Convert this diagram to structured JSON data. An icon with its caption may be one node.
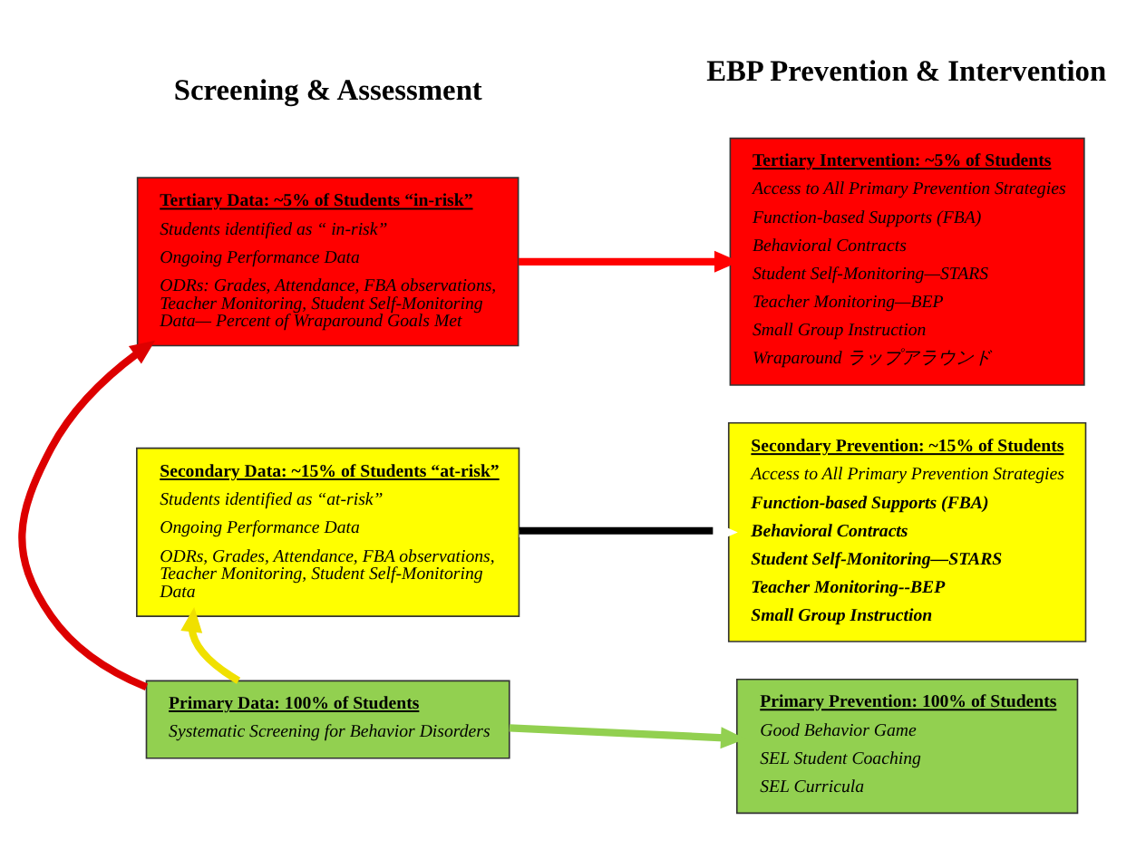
{
  "diagram": {
    "nodes": [
      {
        "text": [
          "Tertiary Data: ~5% of Students “in-risk”",
          "Students identified as “ in-risk”",
          "Ongoing Performance Data",
          "ODRs: Grades, Attendance, FBA observations, Teacher Monitoring, Student Self-Monitoring Data— Percent of Wraparound Goals Met"
        ]
      },
      {
        "text": [
          "Secondary Data: ~15% of Students “at-risk”",
          "Students identified as “at-risk”",
          "Ongoing Performance Data",
          "ODRs, Grades, Attendance, FBA observations, Teacher Monitoring, Student Self-Monitoring Data"
        ]
      },
      {
        "text": [
          "Primary Data: 100% of Students",
          "Systematic Screening for Behavior Disorders"
        ]
      },
      {
        "text": [
          "Tertiary Intervention: ~5% of Students",
          "Access to All Primary Prevention Strategies",
          "Function-based Supports (FBA)",
          "Behavioral Contracts",
          "Student Self-Monitoring—STARS",
          "Teacher Monitoring—BEP",
          "Small Group Instruction",
          "Wraparound ラップアラウンド"
        ]
      },
      {
        "text": [
          "Secondary Prevention: ~15% of Students",
          "Access to All Primary Prevention Strategies",
          "Function-based Supports (FBA)",
          "Behavioral Contracts",
          "Student Self-Monitoring—STARS",
          "Teacher Monitoring--BEP",
          "Small Group Instruction"
        ]
      },
      {
        "text": [
          "Primary Prevention: 100% of Students",
          "Good Behavior Game",
          "SEL Student Coaching",
          "SEL Curricula"
        ]
      }
    ],
    "edges": [
      {
        "from": 0,
        "to": 3,
        "arrow": "to",
        "color": "#ff0000"
      },
      {
        "from": 1,
        "to": 4,
        "arrow": "to",
        "color": "#ffffff"
      },
      {
        "from": 2,
        "to": 5,
        "arrow": "to",
        "color": "#92d050"
      },
      {
        "from": 2,
        "to": 1,
        "arrow": "to",
        "color": "#f0e000"
      },
      {
        "from": 2,
        "to": 0,
        "arrow": "to",
        "color": "#dd0000"
      }
    ],
    "labels": [
      "Screening & Assessment",
      "EBP Prevention & Intervention"
    ]
  }
}
